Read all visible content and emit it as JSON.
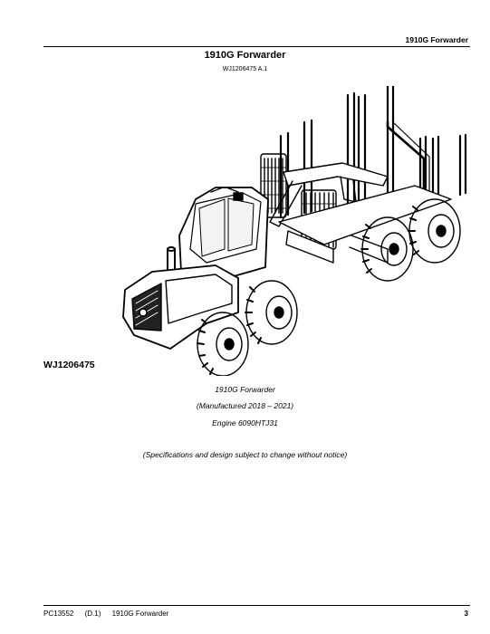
{
  "header": {
    "running_title": "1910G Forwarder"
  },
  "page_title": "1910G Forwarder",
  "figure": {
    "id": "WJ1206475  A.1",
    "icon": "forwarder-machine-illustration"
  },
  "model_code": "WJ1206475",
  "description": {
    "model_line": "1910G Forwarder",
    "manufactured": "(Manufactured 2018 – 2021)",
    "engine": "Engine 6090HTJ31"
  },
  "note": "(Specifications and design subject to change without notice)",
  "footer": {
    "doc_number": "PC13552",
    "revision": "(D.1)",
    "title": "1910G Forwarder",
    "page_number": "3"
  }
}
